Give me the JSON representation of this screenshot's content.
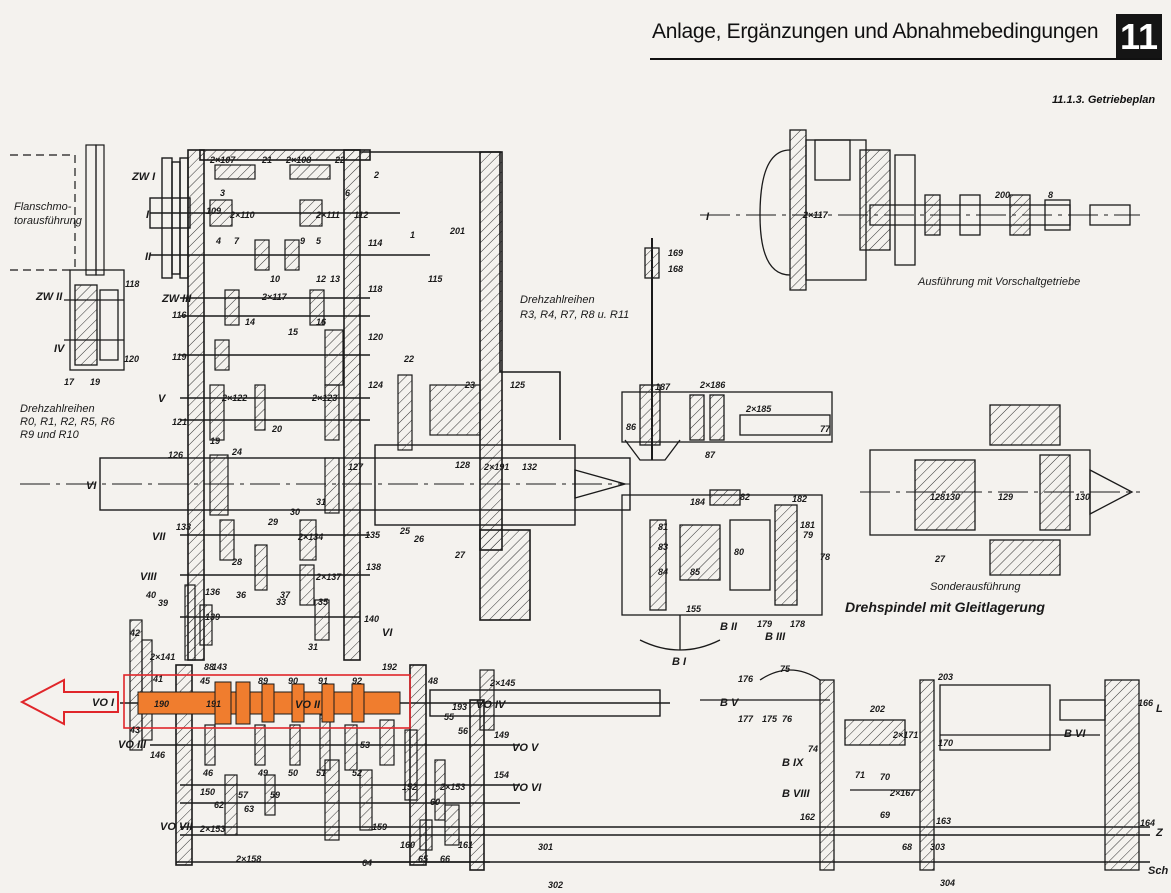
{
  "header": {
    "title": "Anlage, Ergänzungen und Abnahmebedingungen",
    "chapter": "11",
    "subtitle": "11.1.3. Getriebeplan"
  },
  "notes": {
    "flansch": [
      "Flanschmo-",
      "torausführung"
    ],
    "drehzahl_main": [
      "Drehzahlreihen",
      "R3, R4, R7, R8 u. R11"
    ],
    "drehzahl_left": [
      "Drehzahlreihen",
      "R0, R1, R2, R5, R6",
      "R9 und R10"
    ],
    "vorschalt": "Ausführung mit Vorschaltgetriebe",
    "sonder": [
      "Sonderausführung",
      "Drehspindel mit Gleitlagerung"
    ]
  },
  "shafts": {
    "zw1": "ZW I",
    "i": "I",
    "ii": "II",
    "zw2": "ZW II",
    "zw3": "ZW III",
    "iv": "IV",
    "v": "V",
    "vi": "VI",
    "vii": "VII",
    "viii": "VIII",
    "vi_right": "VI",
    "i_right": "I",
    "vi_right2": "VI",
    "vo1": "VO I",
    "vo2": "VO II",
    "vo3": "VO III",
    "vo4": "VO IV",
    "vo5": "VO V",
    "vo6": "VO VI",
    "vo7": "VO VII",
    "b1": "B I",
    "b2": "B II",
    "b3": "B III",
    "b5": "B V",
    "b6": "B VI",
    "b8": "B VIII",
    "b9": "B IX",
    "l": "L",
    "z": "Z",
    "sch": "Sch"
  },
  "parts": {
    "p107": "2×107",
    "p108": "2×108",
    "p21": "21",
    "p22b": "22",
    "p109": "109",
    "p110": "2×110",
    "p111": "2×111",
    "p112": "112",
    "p114": "114",
    "p201": "201",
    "p115": "115",
    "p118": "118",
    "p116": "116",
    "p117": "2×117",
    "p119": "119",
    "p120": "120",
    "p122": "2×122",
    "p123": "2×123",
    "p124": "124",
    "p121": "121",
    "p125": "125",
    "p126": "126",
    "p127": "127",
    "p128": "128",
    "p191": "2×191",
    "p132": "132",
    "p133": "133",
    "p134": "2×134",
    "p135": "135",
    "p136": "136",
    "p137": "2×137",
    "p138": "138",
    "p139": "139",
    "p140": "140",
    "p141": "2×141",
    "p143": "143",
    "p88": "88",
    "p89": "89",
    "p90": "90",
    "p91": "91",
    "p92": "92",
    "p190": "190",
    "p191b": "191",
    "p192": "192",
    "p193": "193",
    "p145": "2×145",
    "p146": "146",
    "p149": "149",
    "p150": "150",
    "p152": "152",
    "p153": "2×153",
    "p154": "154",
    "p158": "2×158",
    "p159": "159",
    "p160": "160",
    "p161": "161",
    "p169": "169",
    "p168b": "168",
    "p186": "2×186",
    "p185": "2×185",
    "p187": "187",
    "p184": "184",
    "p82": "82",
    "p181": "181",
    "p182": "182",
    "p86": "86",
    "p87": "87",
    "p77": "77",
    "p179": "179",
    "p178": "178",
    "p155": "155",
    "p176": "176",
    "p175": "175",
    "p177": "177",
    "p202": "202",
    "p203": "203",
    "p170": "170",
    "p171": "2×171",
    "p166": "166",
    "p167": "2×167",
    "p162": "162",
    "p163": "163",
    "p164": "164",
    "p301": "301",
    "p302": "302",
    "p303": "303",
    "p304": "304",
    "p129": "129",
    "p130": "130",
    "p200": "200",
    "p22": "22",
    "p23": "23",
    "p24": "24",
    "p25": "25",
    "p26": "26",
    "p27": "27",
    "p28": "28",
    "p29": "29",
    "p30": "30",
    "p31": "31",
    "p33": "33",
    "p35": "35",
    "p36": "36",
    "p37": "37",
    "p39": "39",
    "p40": "40",
    "p42": "42",
    "p43": "43",
    "p45": "45",
    "p46": "46",
    "p48": "48",
    "p49": "49",
    "p50": "50",
    "p51": "51",
    "p52": "52",
    "p53": "53",
    "p55": "55",
    "p56": "56",
    "p57": "57",
    "p59": "59",
    "p60": "60",
    "p62": "62",
    "p63": "63",
    "p64": "64",
    "p65": "65",
    "p66": "66",
    "p68": "68",
    "p69": "69",
    "p70": "70",
    "p71": "71",
    "p74": "74",
    "p75": "75",
    "p76": "76",
    "p78": "78",
    "p79": "79",
    "p80": "80",
    "p81": "81",
    "p83": "83",
    "p84": "84",
    "p85": "85",
    "p17": "17",
    "p19": "19",
    "p20": "20",
    "p14": "14",
    "p15": "15",
    "p16": "16",
    "p10": "10",
    "p12": "12",
    "p13": "13",
    "p3": "3",
    "p4": "4",
    "p5": "5",
    "p6": "6",
    "p7": "7",
    "p8": "8",
    "p9": "9",
    "p41": "41",
    "p2": "2",
    "p1": "1"
  },
  "colors": {
    "highlight_fill": "#f07d2e",
    "highlight_border": "#e0262a",
    "arrow": "#e0262a",
    "ink": "#1a1a1a",
    "paper": "#f4f2ee"
  }
}
